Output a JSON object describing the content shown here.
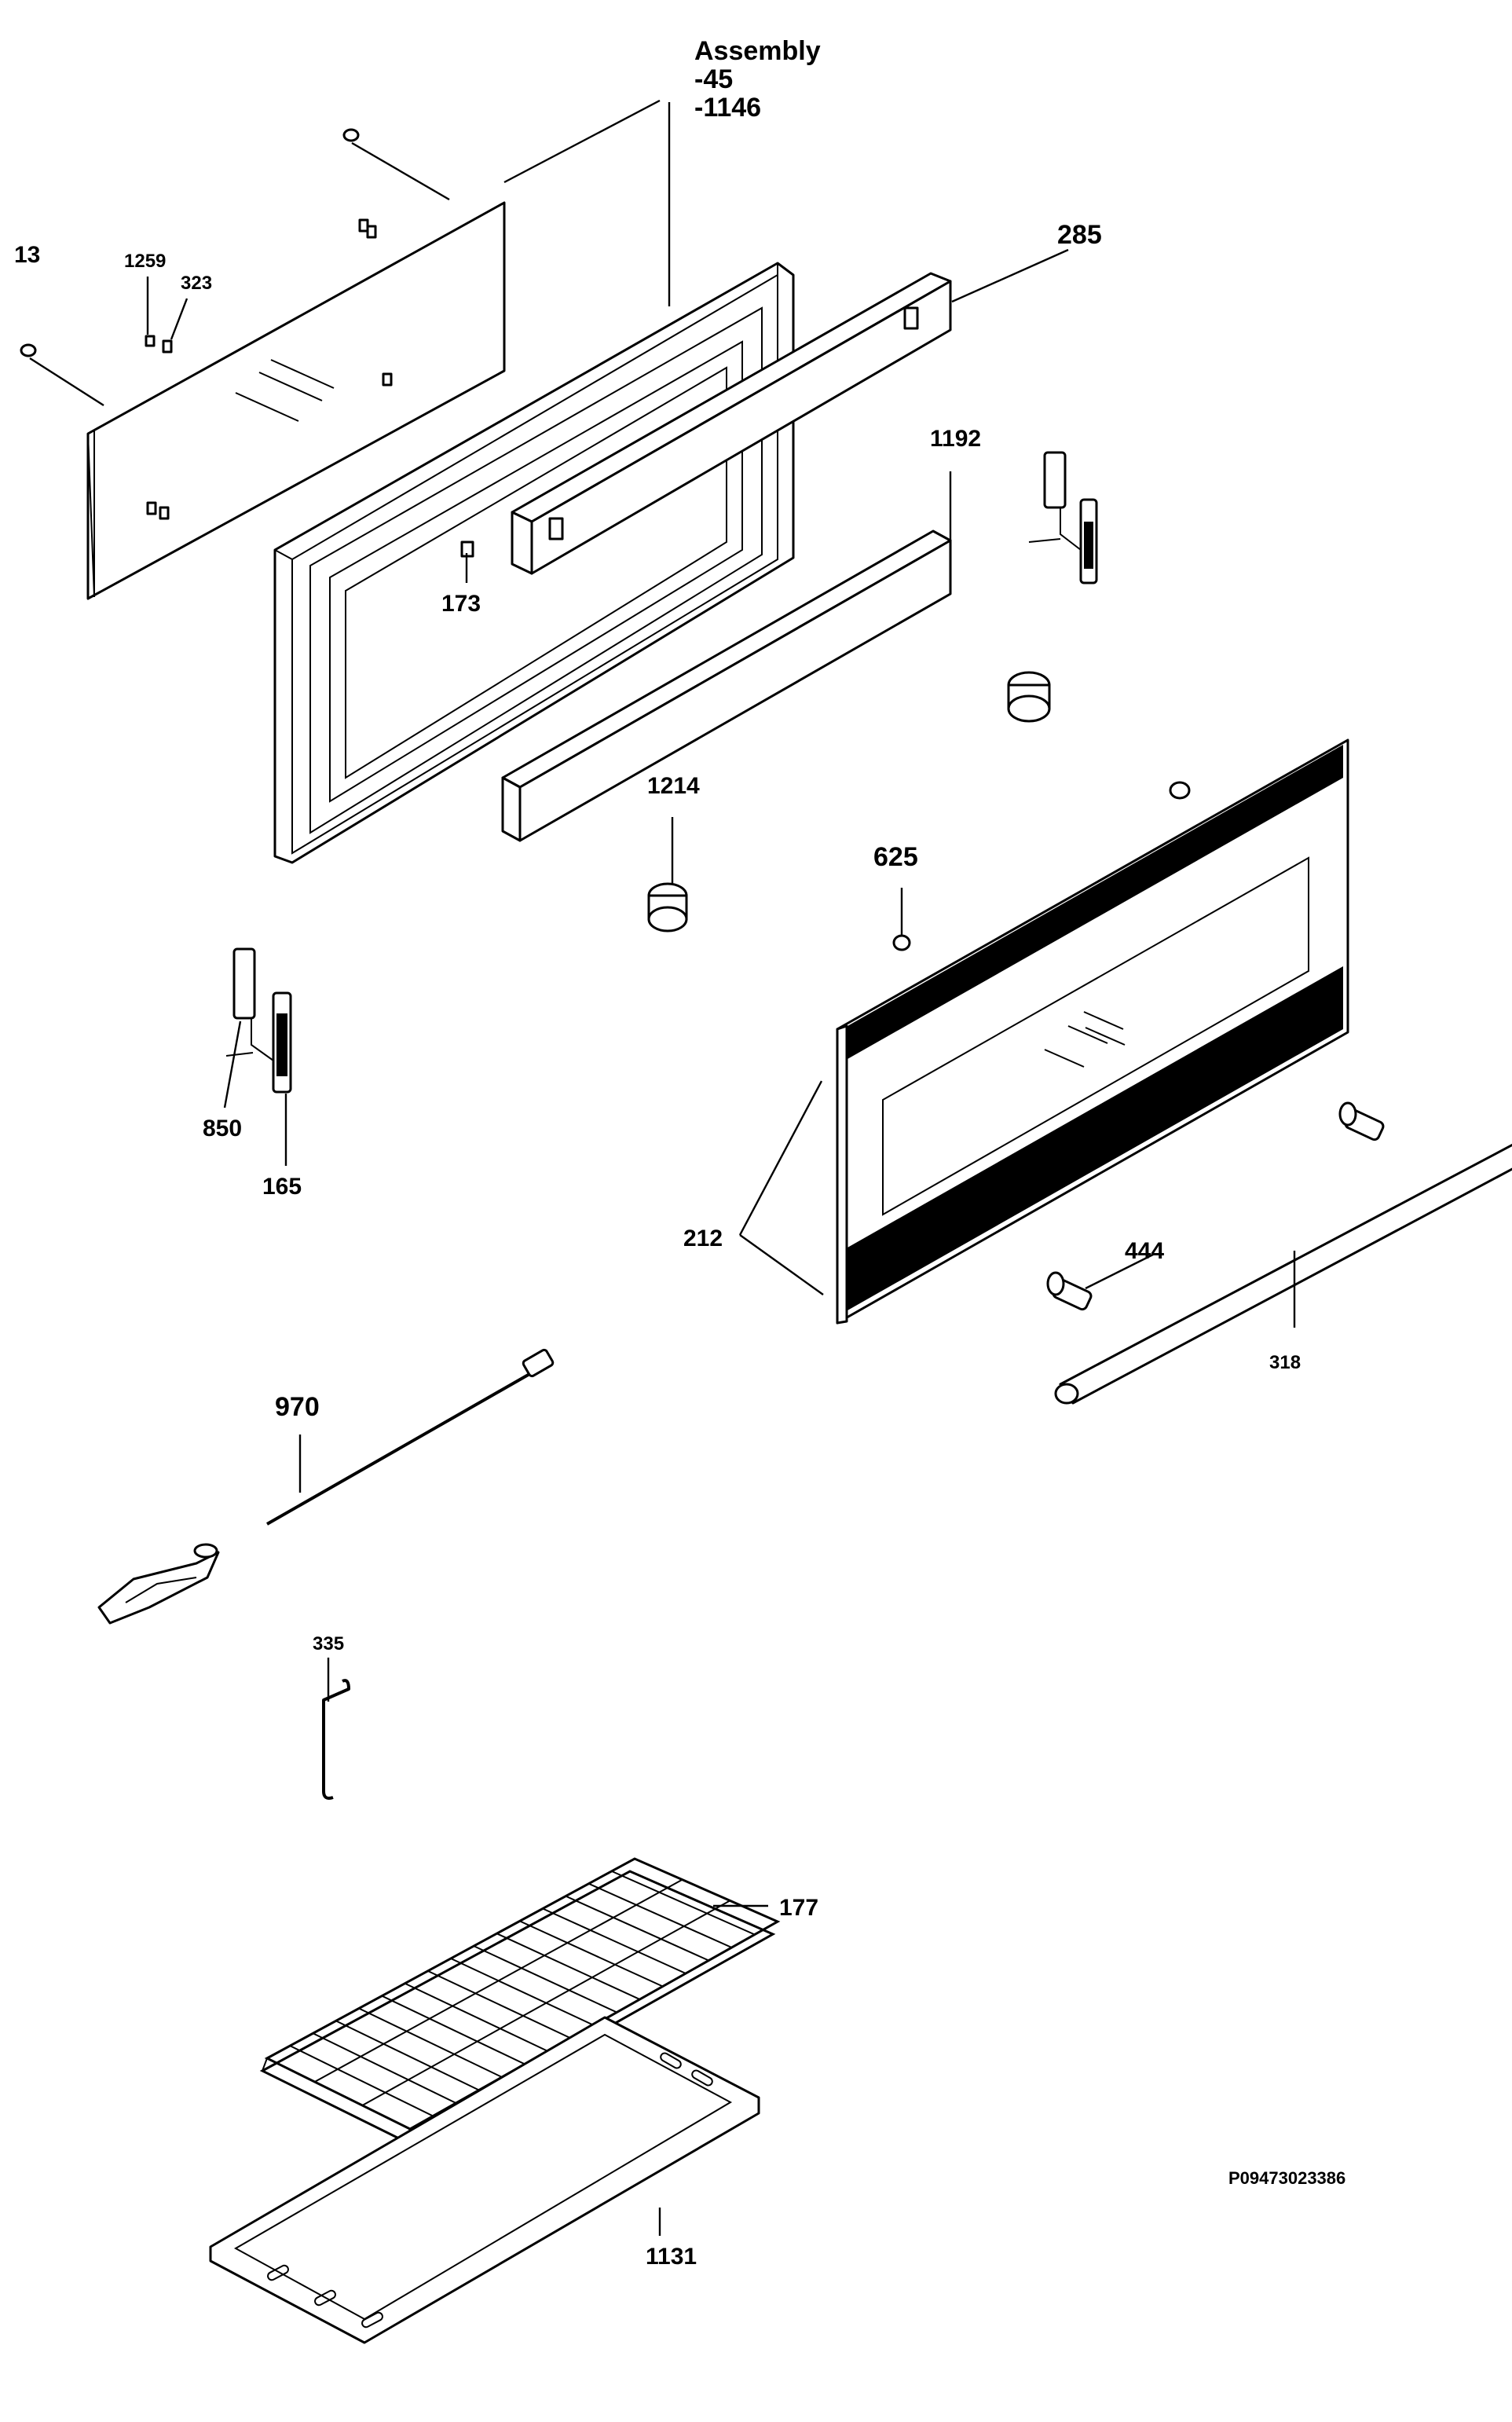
{
  "colors": {
    "background": "#ffffff",
    "ink": "#000000"
  },
  "labels": {
    "assembly": [
      "Assembly",
      "-45",
      "-1146"
    ],
    "p13": "13",
    "p1259": "1259",
    "p323": "323",
    "p285": "285",
    "p1192": "1192",
    "p173": "173",
    "p1214": "1214",
    "p625": "625",
    "p850": "850",
    "p165": "165",
    "p212": "212",
    "p444": "444",
    "p318": "318",
    "p970": "970",
    "p335": "335",
    "p177": "177",
    "p1131": "1131"
  },
  "drawing_code": "P09473023386"
}
